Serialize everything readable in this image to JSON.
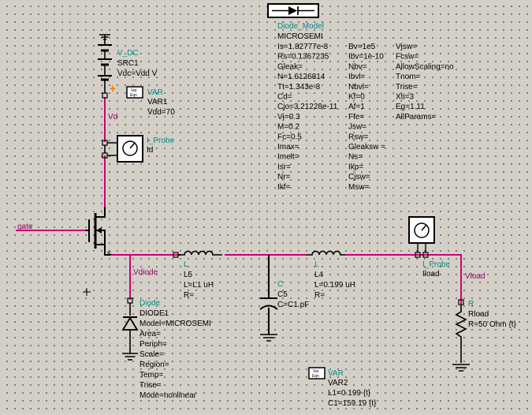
{
  "diode_model": {
    "type": "Diode_Model",
    "name": "MICROSEMI",
    "col1": [
      "Is=1.82777e-8",
      "Rs=0.1367235",
      "Gleak=",
      "N=1.6126814",
      "Tt=1.343e-8",
      "Cd=",
      "Cjo=3.21228e-11",
      "Vj=0.3",
      "M=0.2",
      "Fc=0.5",
      "Imax=",
      "Imelt=",
      "Isr=",
      "Nr=",
      "Ikf="
    ],
    "col2": [
      "Bv=1e5",
      "Ibv=1e-10",
      "Nbv=",
      "Ibvl=",
      "Nbvl=",
      "Kf=0",
      "Af=1",
      "Ffe=",
      "Jsw=",
      "Rsw=",
      "Gleaksw =",
      "Ns=",
      "Ikp=",
      "Cjsw=",
      "Msw="
    ],
    "col3": [
      "Vjsw=",
      "Fcsw=",
      "AllowScaling=no",
      "Tnom=",
      "Trise=",
      "Xti=3",
      "Eg=1.11",
      "AllParams="
    ]
  },
  "vdc": {
    "type": "V_DC",
    "name": "SRC1",
    "value": "Vdc=Vdd V",
    "plus": "+"
  },
  "var1": {
    "type": "VAR",
    "name": "VAR1",
    "value": "Vdd=70",
    "icon": "Var\nEqn"
  },
  "var2": {
    "type": "VAR",
    "name": "VAR2",
    "lines": [
      "L1=0.199 {t}",
      "C1=159.19 {t}"
    ],
    "icon": "Var\nEqn"
  },
  "iprobe_d": {
    "type": "I_Probe",
    "name": "Id"
  },
  "iprobe_load": {
    "type": "I_Probe",
    "name": "Iload"
  },
  "nodes": {
    "vd": "Vd",
    "gate": "gate",
    "vdiode": "Vdiode",
    "vload": "Vload",
    "source_pin": "s"
  },
  "diode": {
    "type": "Diode",
    "name": "DIODE1",
    "lines": [
      "Model=MICROSEMI",
      "Area=",
      "Periph=",
      "Scale=",
      "Region=",
      "Temp=",
      "Trise=",
      "Mode=nonlinear"
    ]
  },
  "l5": {
    "type": "L",
    "name": "L5",
    "lines": [
      "L=L1 uH",
      "R="
    ]
  },
  "l4": {
    "type": "L",
    "name": "L4",
    "lines": [
      "L=0.199 uH",
      "R="
    ]
  },
  "c5": {
    "type": "C",
    "name": "C5",
    "lines": [
      "C=C1 pF"
    ]
  },
  "rload": {
    "type": "R",
    "name": "Rload",
    "lines": [
      "R=50 Ohm {t}"
    ]
  },
  "colors": {
    "wire": "#cc0077",
    "component_label": "#008b8b",
    "background": "#d4d0c8"
  }
}
